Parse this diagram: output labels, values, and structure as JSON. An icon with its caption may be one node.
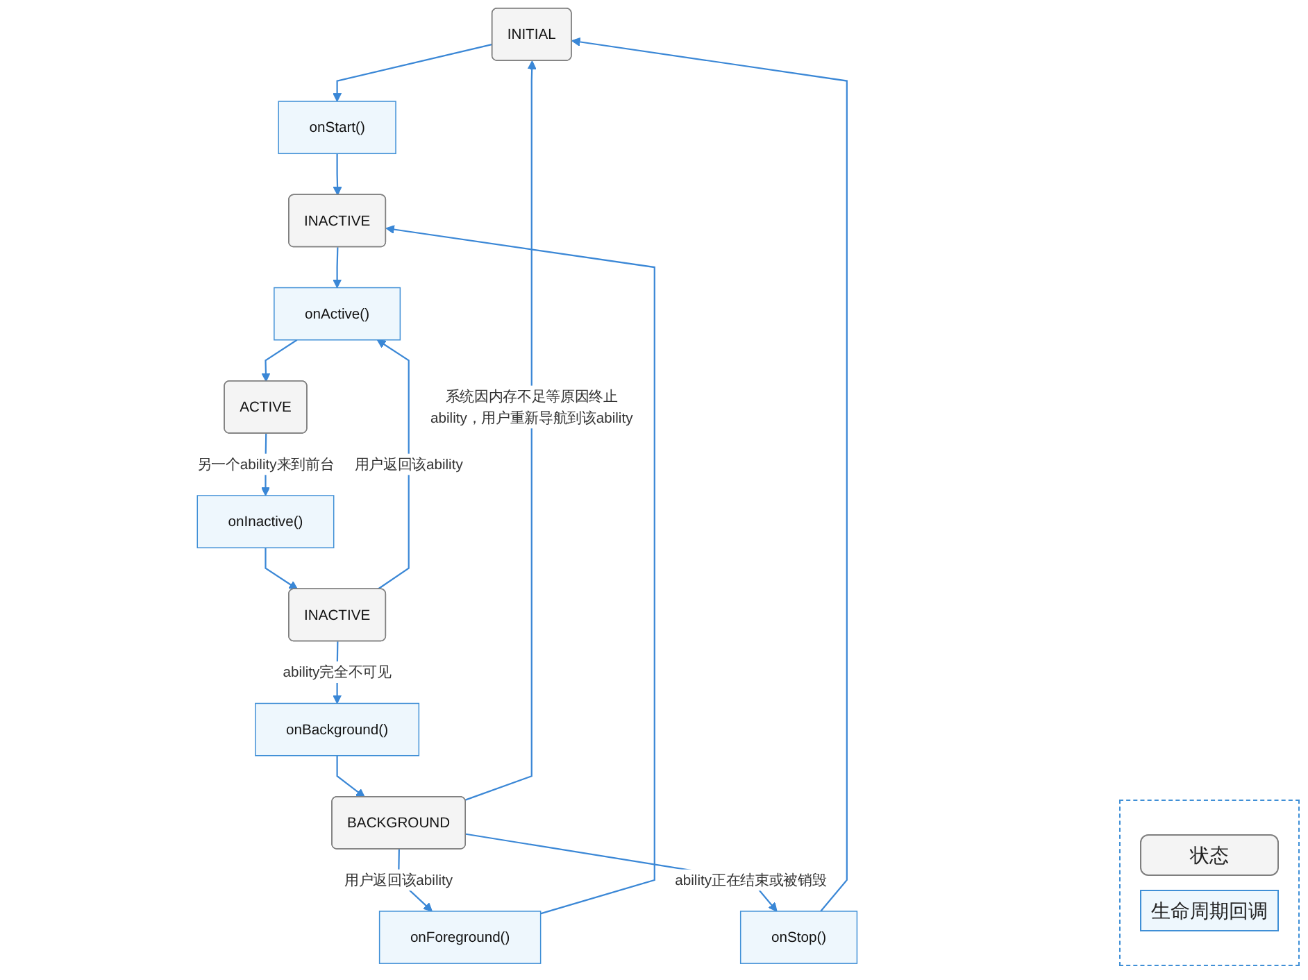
{
  "diagram": {
    "nodes": [
      {
        "text": [
          "INITIAL"
        ]
      },
      {
        "text": [
          "onStart()"
        ]
      },
      {
        "text": [
          "onForeground()"
        ]
      },
      {
        "text": [
          "INACTIVE"
        ]
      },
      {
        "text": [
          "onActive()"
        ]
      },
      {
        "text": [
          "ACTIVE"
        ]
      },
      {
        "text": [
          "onInactive()"
        ]
      },
      {
        "text": [
          "INACTIVE"
        ]
      },
      {
        "text": [
          "onBackground()"
        ]
      },
      {
        "text": [
          "BACKGROUND"
        ]
      },
      {
        "text": [
          "onStop()"
        ]
      }
    ],
    "edges": [
      {
        "from": 0,
        "to": 1,
        "arrow": "to"
      },
      {
        "from": 1,
        "to": 3,
        "arrow": "to"
      },
      {
        "from": 2,
        "to": 3,
        "arrow": "to"
      },
      {
        "from": 3,
        "to": 4,
        "arrow": "to"
      },
      {
        "from": 4,
        "to": 5,
        "arrow": "to"
      },
      {
        "from": 5,
        "to": 6,
        "arrow": "to",
        "label": "另一个ability来到前台"
      },
      {
        "from": 6,
        "to": 7,
        "arrow": "to"
      },
      {
        "from": 7,
        "to": 4,
        "arrow": "to",
        "label": "用户返回该ability"
      },
      {
        "from": 7,
        "to": 8,
        "arrow": "to",
        "label": "ability完全不可见"
      },
      {
        "from": 8,
        "to": 9,
        "arrow": "to"
      },
      {
        "from": 9,
        "to": 2,
        "arrow": "to",
        "label": "用户返回该ability"
      },
      {
        "from": 9,
        "to": 0,
        "arrow": "to",
        "label": "系统因内存不足等原因终止ability，用户重新导航到该ability"
      },
      {
        "from": 9,
        "to": 10,
        "arrow": "to",
        "label": "ability正在结束或被销毁"
      },
      {
        "from": 10,
        "to": 0,
        "arrow": "to"
      }
    ],
    "legend": [
      {
        "text": "状态",
        "color": "#f4f4f4"
      },
      {
        "text": "生命周期回调",
        "color": "#eef7fd"
      }
    ]
  }
}
